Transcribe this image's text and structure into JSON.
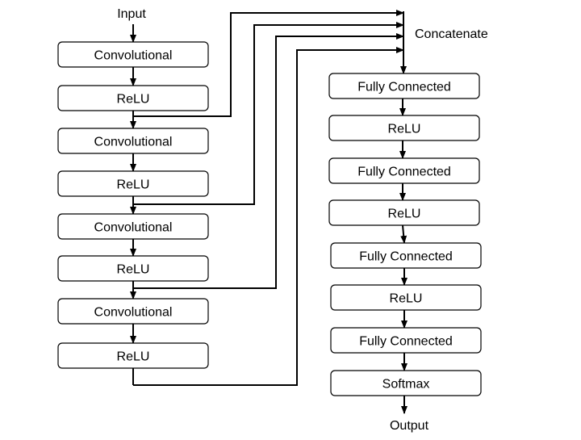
{
  "labels": {
    "input": "Input",
    "output": "Output",
    "concatenate": "Concatenate"
  },
  "left_column": [
    "Convolutional",
    "ReLU",
    "Convolutional",
    "ReLU",
    "Convolutional",
    "ReLU",
    "Convolutional",
    "ReLU"
  ],
  "right_column": [
    "Fully Connected",
    "ReLU",
    "Fully Connected",
    "ReLU",
    "Fully Connected",
    "ReLU",
    "Fully Connected",
    "Softmax"
  ],
  "colors": {
    "box_stroke": "#000000",
    "box_fill": "#ffffff",
    "line": "#000000",
    "text": "#000000"
  }
}
